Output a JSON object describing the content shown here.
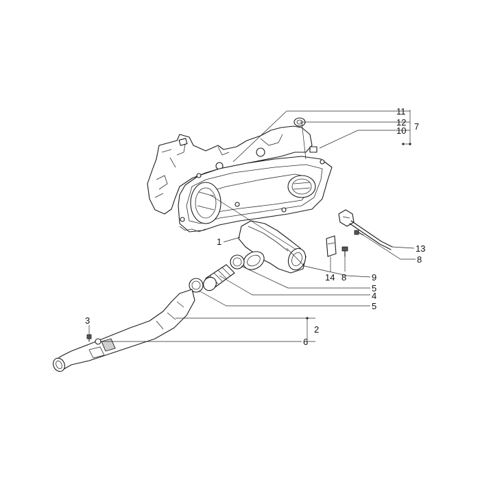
{
  "diagram": {
    "callouts": [
      {
        "id": "c11",
        "text": "11"
      },
      {
        "id": "c12",
        "text": "12"
      },
      {
        "id": "c10",
        "text": "10"
      },
      {
        "id": "c7",
        "text": "7"
      },
      {
        "id": "c1",
        "text": "1"
      },
      {
        "id": "c9",
        "text": "9"
      },
      {
        "id": "c5a",
        "text": "5"
      },
      {
        "id": "c4",
        "text": "4"
      },
      {
        "id": "c5b",
        "text": "5"
      },
      {
        "id": "c2",
        "text": "2"
      },
      {
        "id": "c3",
        "text": "3"
      },
      {
        "id": "c6",
        "text": "6"
      },
      {
        "id": "c13",
        "text": "13"
      },
      {
        "id": "c8a",
        "text": "8"
      },
      {
        "id": "c14",
        "text": "14"
      },
      {
        "id": "c8b",
        "text": "8"
      }
    ]
  }
}
